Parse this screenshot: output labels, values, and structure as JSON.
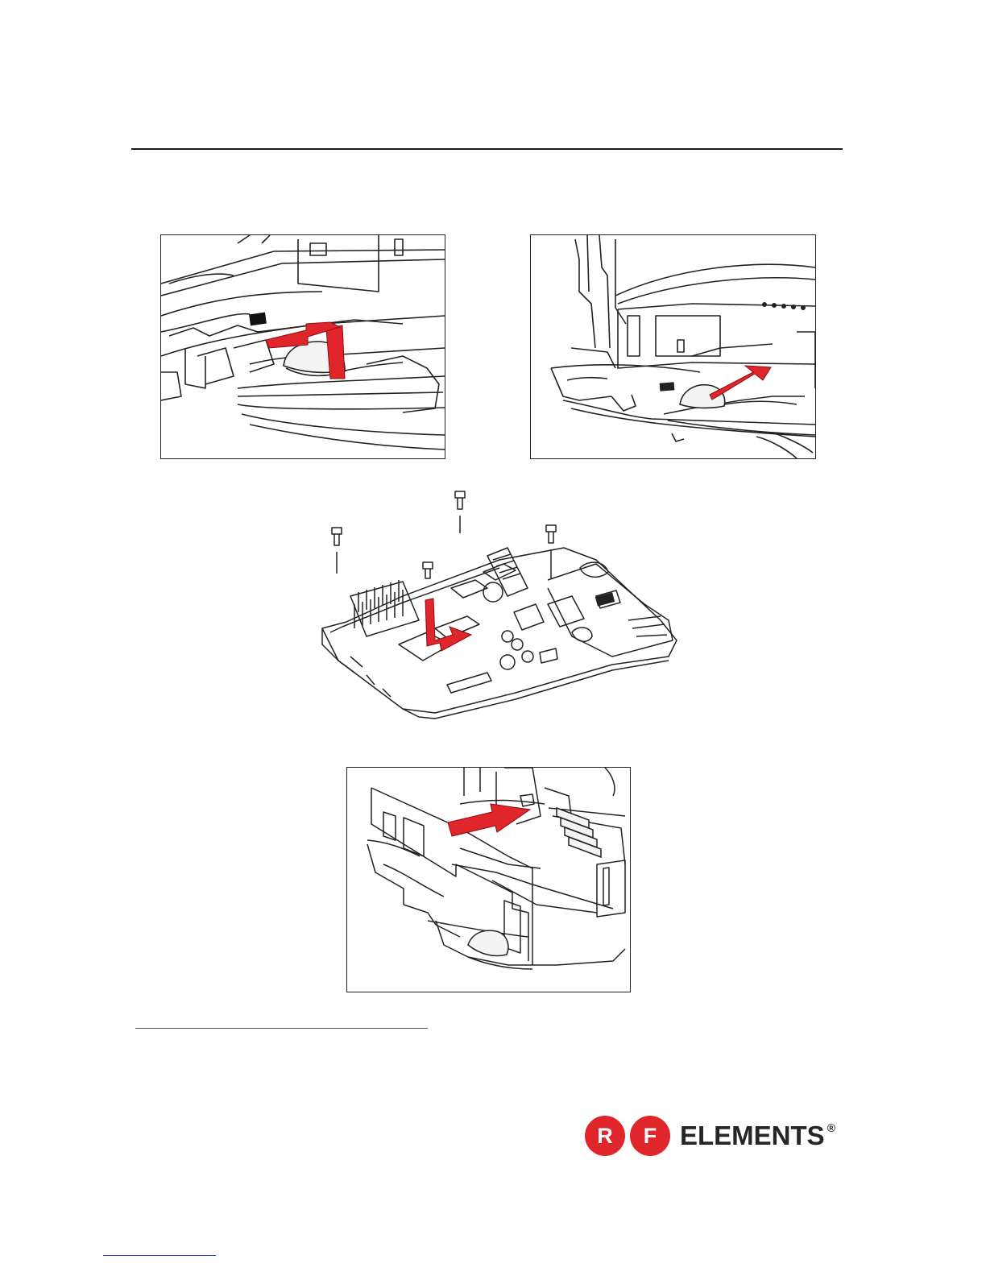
{
  "figures": {
    "fig1": {
      "icon": "latch-release-arrow-illustration"
    },
    "fig2": {
      "icon": "latch-press-arrow-illustration"
    },
    "fig3": {
      "icon": "board-screws-removal-illustration"
    },
    "fig4": {
      "icon": "shield-plate-insert-illustration"
    }
  },
  "logo": {
    "letter1": "R",
    "letter2": "F",
    "word": "ELEMENTS",
    "registered": "®"
  },
  "colors": {
    "accent": "#e0262a",
    "text": "#262626",
    "line": "#1a1a1a"
  }
}
